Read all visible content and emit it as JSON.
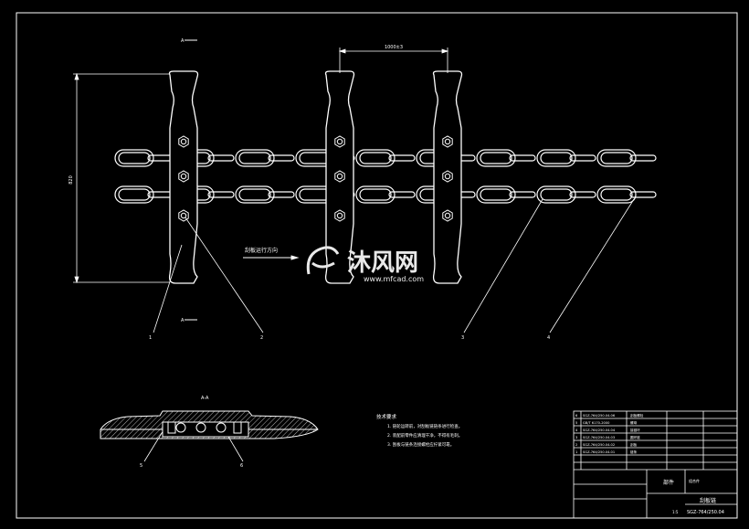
{
  "colors": {
    "background": "#000000",
    "line": "#ffffff",
    "watermark": "#e9e9e9"
  },
  "watermark": {
    "brand": "沐风网",
    "url": "www.mfcad.com"
  },
  "section_marks": {
    "a_top": "A",
    "a_bottom": "A",
    "section_title": "A-A"
  },
  "direction_label": "刮板运行方向",
  "dimensions": {
    "top_dimension": "1000±3",
    "height_dimension": "820"
  },
  "part_balloons": [
    "1",
    "2",
    "3",
    "4",
    "5",
    "6"
  ],
  "tech_requirements": {
    "title": "技术要求",
    "lines": [
      "1. 链轮运转前，对刮板链链条进行检查。",
      "2. 装配前零件应清理干净，不得有毛刺。",
      "3. 刮板与链条连接螺栓应拧紧可靠。"
    ]
  },
  "title_block": {
    "drawing_name": "刮板链",
    "part_label": "部件",
    "drawing_number": "SGZ-764/250.04",
    "material": "组合件",
    "scale": "1:5",
    "rows": [
      [
        "6",
        "SGZ-764/250.04.06",
        "刮板螺栓"
      ],
      [
        "5",
        "GB/T 6170-2000",
        "螺母"
      ],
      [
        "4",
        "SGZ-764/250.04.04",
        "接链环"
      ],
      [
        "3",
        "SGZ-764/250.04.03",
        "圆环链"
      ],
      [
        "2",
        "SGZ-764/250.04.02",
        "刮板"
      ],
      [
        "1",
        "SGZ-764/250.04.01",
        "链条"
      ]
    ]
  }
}
